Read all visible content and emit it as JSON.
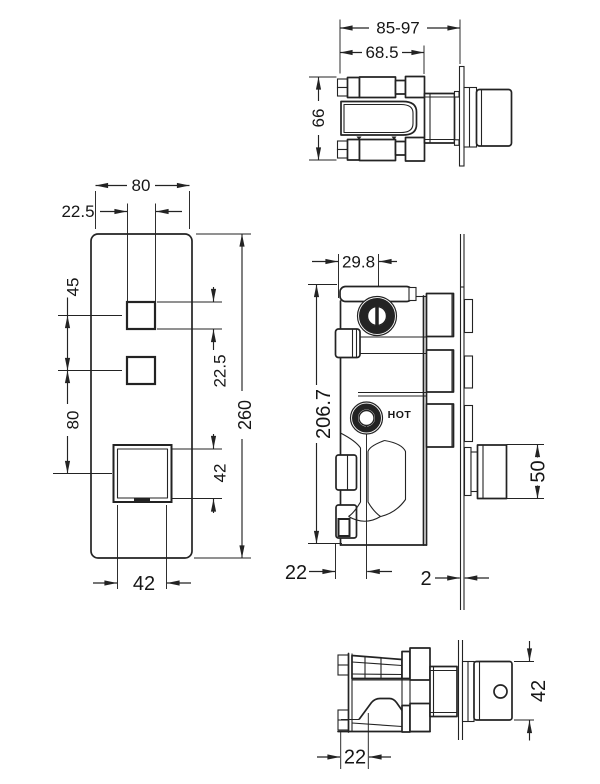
{
  "drawing": {
    "description": "Technical dimension drawing of a concealed thermostatic shower mixer valve, four orthographic views",
    "colors": {
      "background": "#ffffff",
      "line": "#232323"
    },
    "views": {
      "top": {
        "dims": {
          "span_range": "85-97",
          "cartridge_depth": "68.5",
          "body_height": "66"
        }
      },
      "front": {
        "dims": {
          "plate_width": "80",
          "button_width": "22.5",
          "button_spacing": "45",
          "knob_spacing": "80",
          "button_height": "22.5",
          "knob_height": "42",
          "plate_height": "260",
          "knob_width": "42"
        }
      },
      "section": {
        "dims": {
          "port_offset": "29.8",
          "body_height": "206.7",
          "knob_diameter": "50",
          "port_center_offset": "22",
          "plate_thickness": "2"
        },
        "labels": {
          "hot_port": "HOT"
        }
      },
      "bottom": {
        "dims": {
          "knob_height": "42",
          "port_center_offset": "22"
        }
      }
    }
  }
}
